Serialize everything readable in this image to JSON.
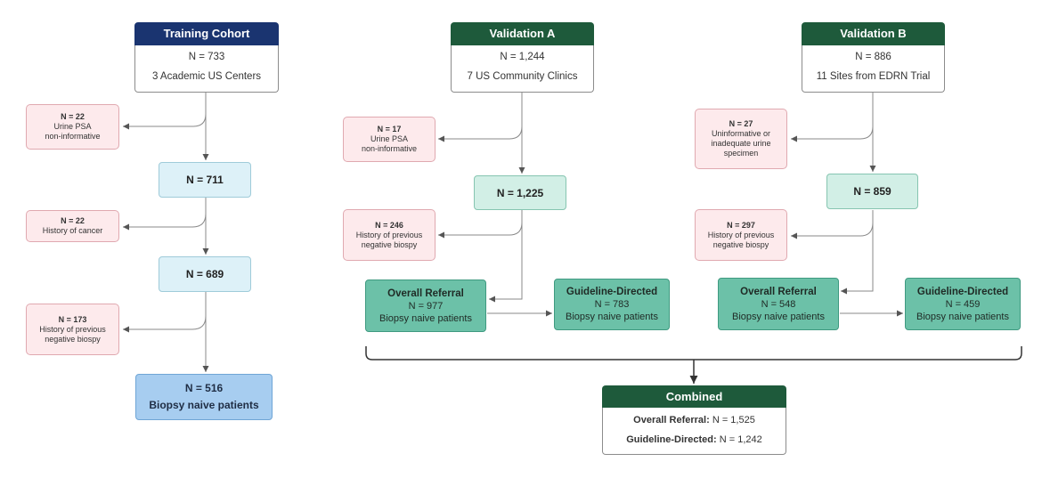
{
  "colors": {
    "navy_header": "#1a3470",
    "green_header": "#1e5a3b",
    "exclusion_fill": "#fdeaec",
    "referral_fill": "#6cc1a8"
  },
  "training": {
    "title": "Training Cohort",
    "n": "N = 733",
    "sites": "3 Academic US Centers",
    "excl1": {
      "n": "N = 22",
      "line1": "Urine PSA",
      "line2": "non-informative"
    },
    "mid1": "N = 711",
    "excl2": {
      "n": "N = 22",
      "line1": "History of cancer"
    },
    "mid2": "N = 689",
    "excl3": {
      "n": "N = 173",
      "line1": "History of previous",
      "line2": "negative biospy"
    },
    "final": {
      "n": "N = 516",
      "label": "Biopsy naive patients"
    }
  },
  "validation_a": {
    "title": "Validation A",
    "n": "N = 1,244",
    "sites": "7 US Community Clinics",
    "excl1": {
      "n": "N = 17",
      "line1": "Urine PSA",
      "line2": "non-informative"
    },
    "mid": "N = 1,225",
    "excl2": {
      "n": "N = 246",
      "line1": "History of previous",
      "line2": "negative biospy"
    },
    "overall": {
      "title": "Overall Referral",
      "n": "N = 977",
      "label": "Biopsy naive patients"
    },
    "guideline": {
      "title": "Guideline-Directed",
      "n": "N = 783",
      "label": "Biopsy naive patients"
    }
  },
  "validation_b": {
    "title": "Validation B",
    "n": "N = 886",
    "sites": "11 Sites from EDRN Trial",
    "excl1": {
      "n": "N = 27",
      "line1": "Uninformative or",
      "line2": "inadequate urine",
      "line3": "specimen"
    },
    "mid": "N = 859",
    "excl2": {
      "n": "N = 297",
      "line1": "History of previous",
      "line2": "negative biospy"
    },
    "overall": {
      "title": "Overall Referral",
      "n": "N = 548",
      "label": "Biopsy naive patients"
    },
    "guideline": {
      "title": "Guideline-Directed",
      "n": "N = 459",
      "label": "Biopsy naive patients"
    }
  },
  "combined": {
    "title": "Combined",
    "overall_label": "Overall Referral:",
    "overall_value": " N = 1,525",
    "guideline_label": "Guideline-Directed:",
    "guideline_value": " N = 1,242"
  }
}
